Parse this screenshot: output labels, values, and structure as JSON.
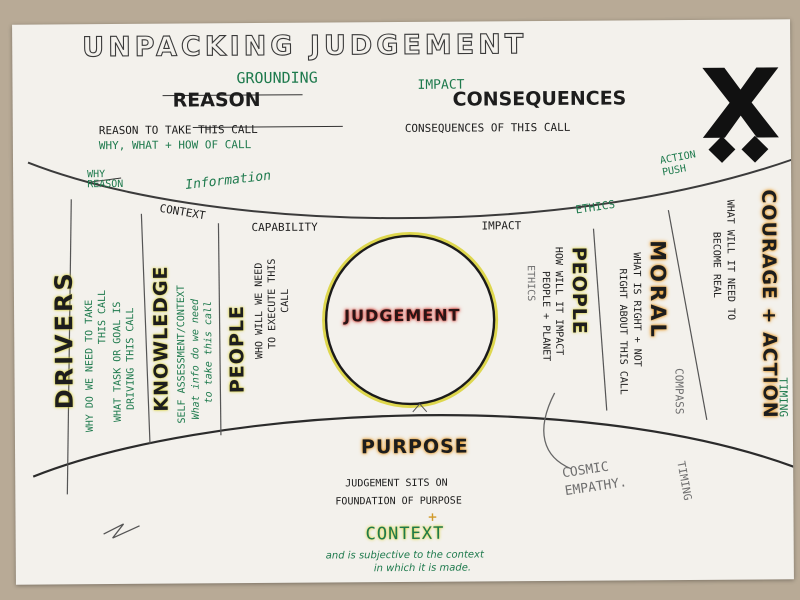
{
  "title": "UNPACKING JUDGEMENT",
  "top": {
    "grounding": "GROUNDING",
    "reason": "REASON",
    "reason_desc_1": "REASON TO TAKE THIS CALL",
    "reason_desc_2": "WHY, WHAT + HOW OF CALL",
    "impact": "IMPACT",
    "consequences": "CONSEQUENCES",
    "consequences_desc": "CONSEQUENCES OF THIS CALL"
  },
  "arc_labels": {
    "why_reason": "WHY REASON",
    "context": "CONTEXT",
    "information": "Information",
    "capability": "CAPABILITY",
    "impact": "IMPACT",
    "ethics": "ETHICS",
    "action_push": "ACTION PUSH"
  },
  "columns": {
    "drivers": "DRIVERS",
    "drivers_desc_1": "WHY DO WE NEED TO TAKE",
    "drivers_desc_2": "THIS CALL",
    "drivers_desc_3": "WHAT TASK OR GOAL IS",
    "drivers_desc_4": "DRIVING THIS CALL",
    "knowledge": "KNOWLEDGE",
    "knowledge_desc_1": "SELF ASSESSMENT/CONTEXT",
    "knowledge_desc_2": "What info do we need",
    "knowledge_desc_3": "to take this call",
    "people_left": "PEOPLE",
    "people_left_desc_1": "WHO WILL WE NEED",
    "people_left_desc_2": "TO EXECUTE THIS",
    "people_left_desc_3": "CALL",
    "people_right": "PEOPLE",
    "people_right_desc_1": "HOW WILL IT IMPACT",
    "people_right_desc_2": "PEOPLE + PLANET",
    "people_right_note": "ETHICS",
    "moral": "MORAL",
    "moral_desc_1": "WHAT IS RIGHT + NOT",
    "moral_desc_2": "RIGHT ABOUT THIS CALL",
    "moral_compass": "COMPASS",
    "courage": "COURAGE + ACTION",
    "courage_desc_1": "WHAT WILL IT NEED TO",
    "courage_desc_2": "BECOME REAL",
    "timing_right": "TIMING",
    "timing_low": "TIMING"
  },
  "center": {
    "judgement": "JUDGEMENT"
  },
  "cosmic": "COSMIC EMPATHY.",
  "bottom": {
    "purpose": "PURPOSE",
    "purpose_desc_1": "JUDGEMENT SITS ON",
    "purpose_desc_2": "FOUNDATION OF PURPOSE",
    "plus": "+",
    "context": "CONTEXT",
    "context_desc_1": "and is subjective to the context",
    "context_desc_2": "in which it is made."
  },
  "colors": {
    "paper": "#f3f1ec",
    "ink": "#1d1d1d",
    "green": "#1e7a4d",
    "yellow": "#d9d233",
    "red": "#d63a32",
    "orange": "#e79b2a"
  }
}
